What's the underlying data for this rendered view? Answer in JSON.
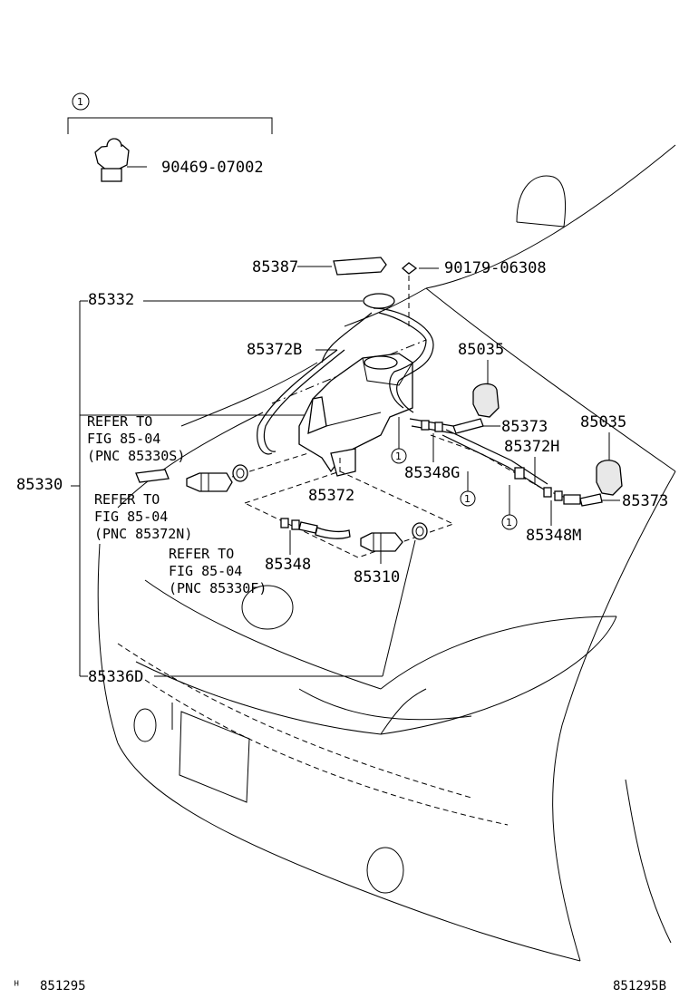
{
  "parts": {
    "p_90469": "90469-07002",
    "p_85387": "85387",
    "p_90179": "90179-06308",
    "p_85332": "85332",
    "p_85372B": "85372B",
    "p_85035_a": "85035",
    "p_85035_b": "85035",
    "p_85373_a": "85373",
    "p_85373_b": "85373",
    "p_85372H": "85372H",
    "p_85348G": "85348G",
    "p_85348M": "85348M",
    "p_85330": "85330",
    "p_85372": "85372",
    "p_85348": "85348",
    "p_85310": "85310",
    "p_85336D": "85336D"
  },
  "refs": {
    "ref1": {
      "line1": "REFER TO",
      "line2": "FIG 85-04",
      "line3": "(PNC 85330S)"
    },
    "ref2": {
      "line1": "REFER TO",
      "line2": "FIG 85-04",
      "line3": "(PNC 85372N)"
    },
    "ref3": {
      "line1": "REFER TO",
      "line2": "FIG 85-04",
      "line3": "(PNC 85330F)"
    }
  },
  "callout": "1",
  "footer": {
    "left_mark": "ᴴ",
    "left_code": "851295",
    "right_code": "851295B"
  }
}
